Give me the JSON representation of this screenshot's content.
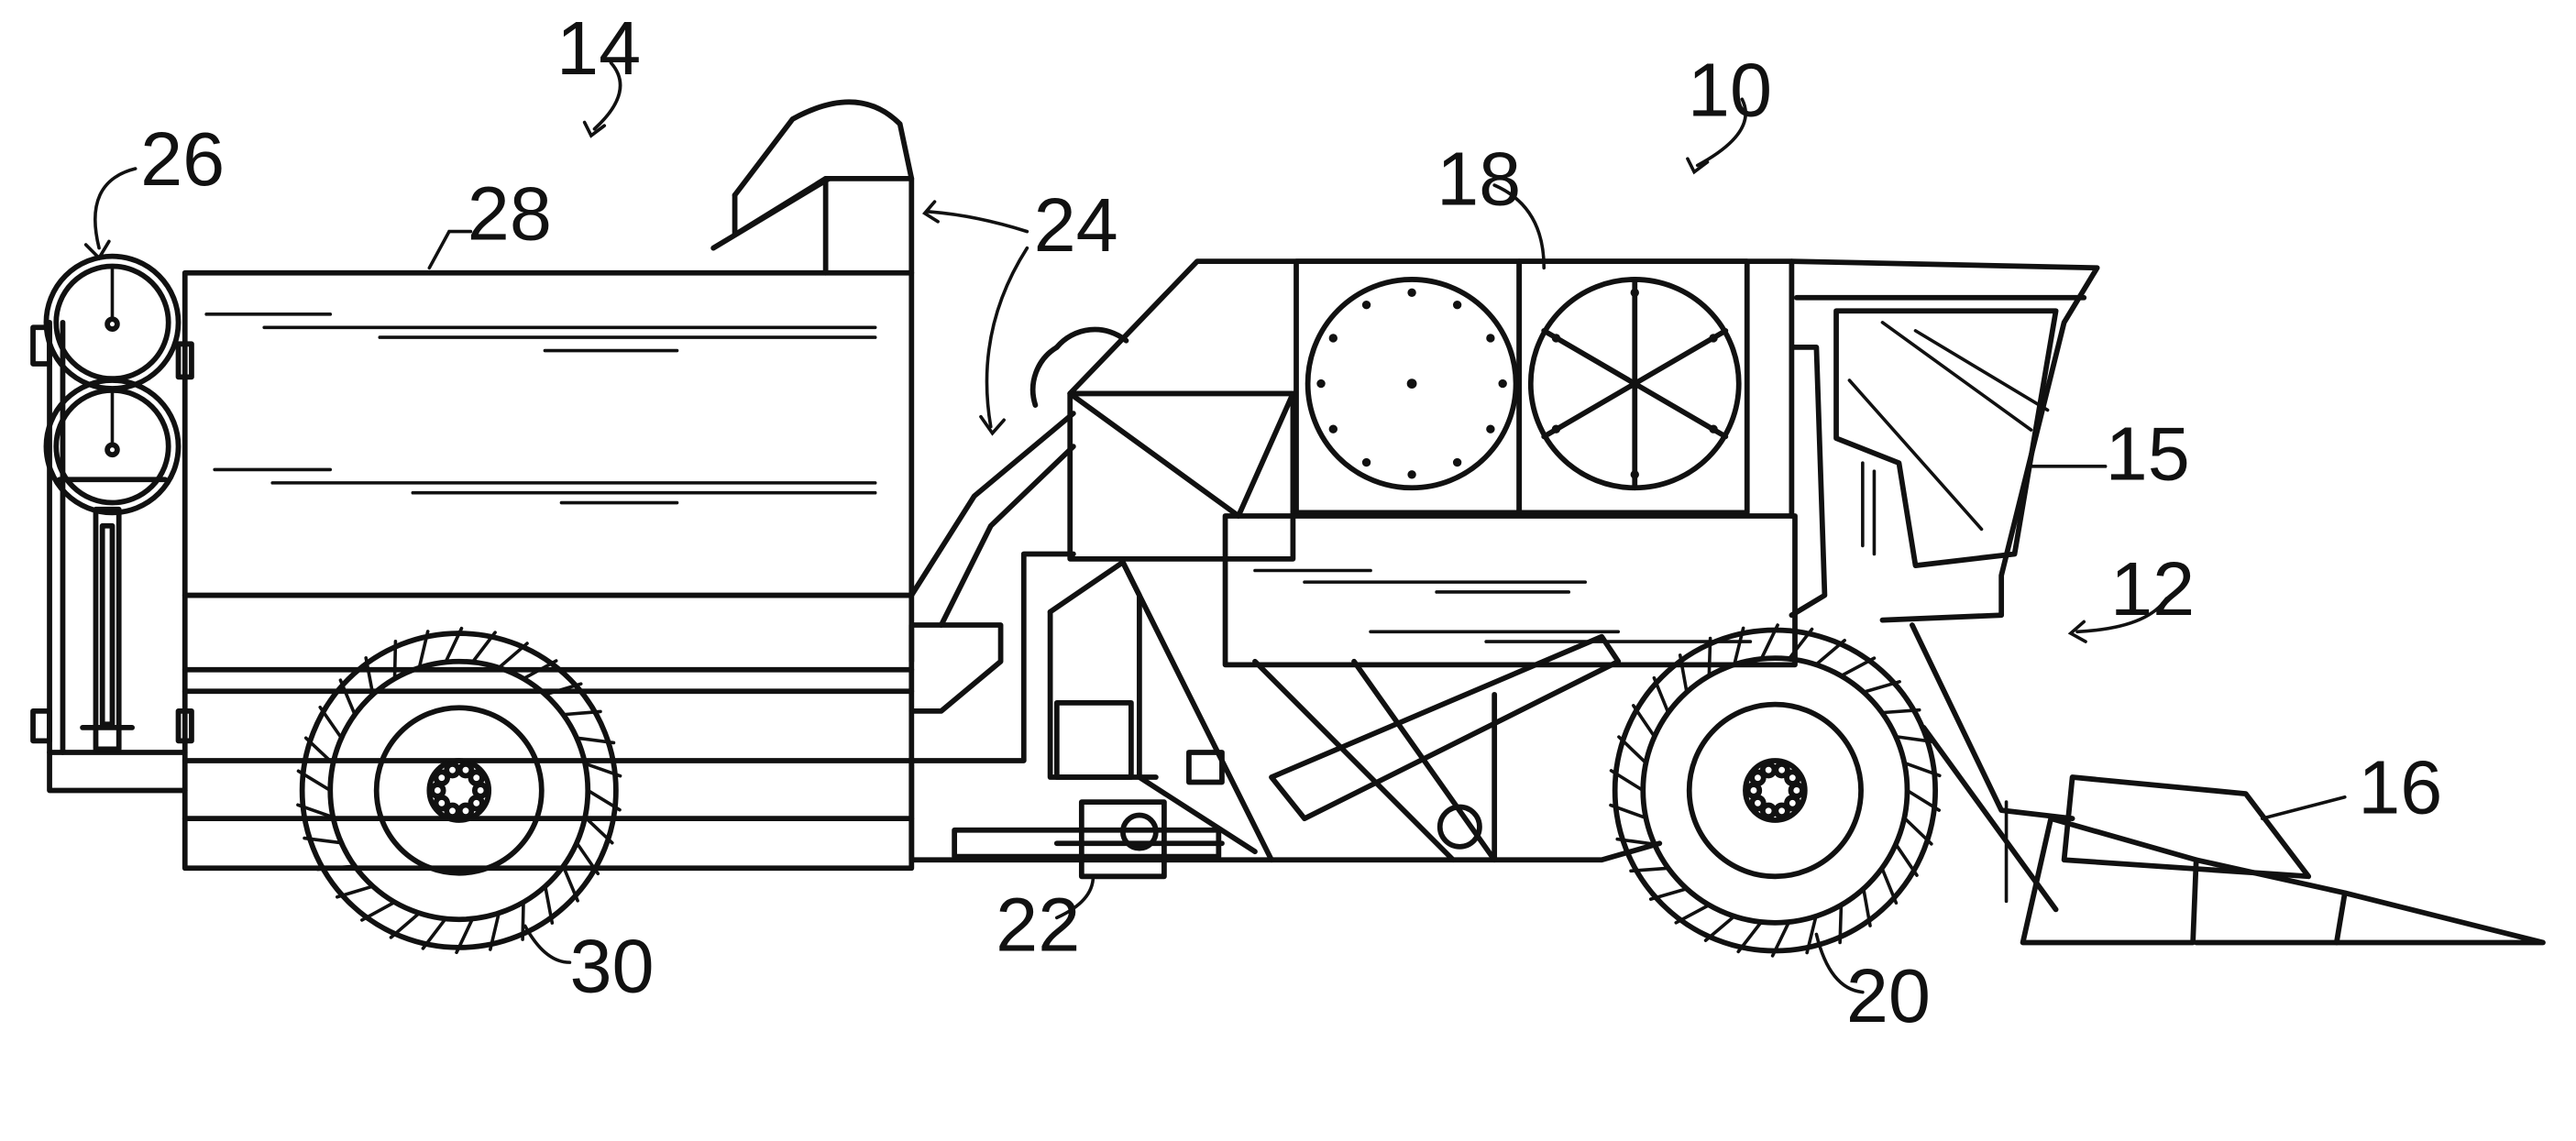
{
  "figure": {
    "labels": {
      "l10": "10",
      "l12": "12",
      "l14": "14",
      "l15": "15",
      "l16": "16",
      "l18": "18",
      "l20": "20",
      "l22": "22",
      "l24": "24",
      "l26": "26",
      "l28": "28",
      "l30": "30"
    }
  }
}
